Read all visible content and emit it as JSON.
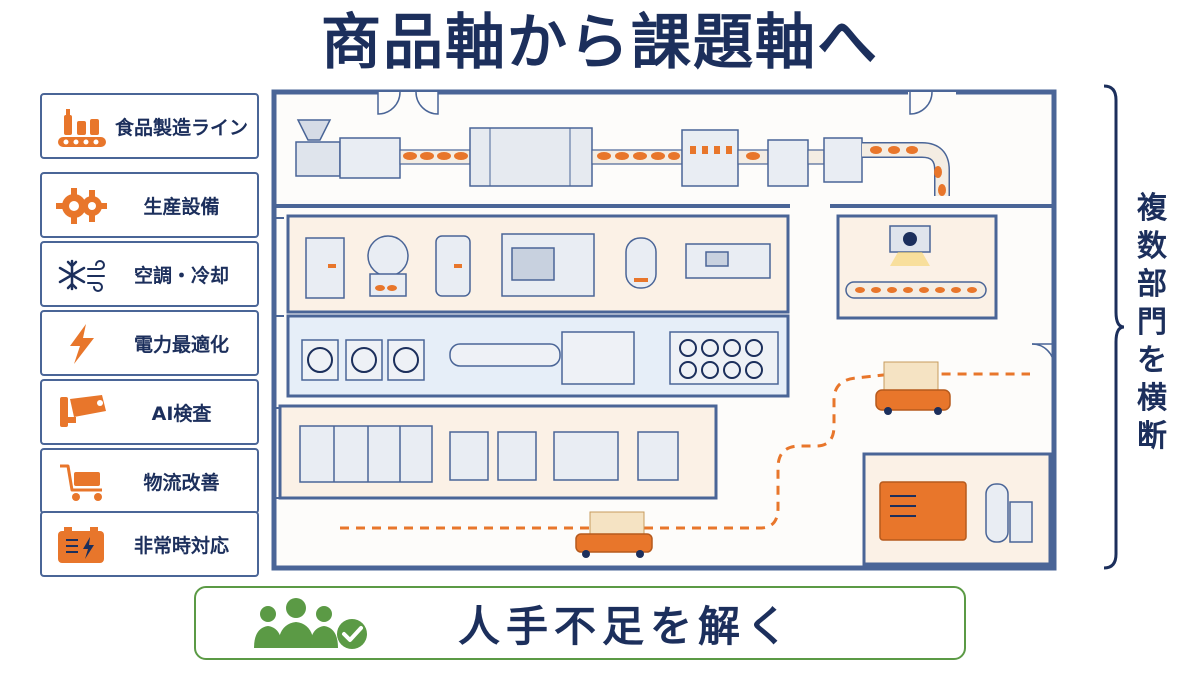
{
  "title": "商品軸から課題軸へ",
  "categories": [
    {
      "label": "食品製造ライン",
      "icon": "food-production-line-icon"
    },
    {
      "label": "生産設備",
      "icon": "gear-icon"
    },
    {
      "label": "空調・冷却",
      "icon": "snowflake-wind-icon"
    },
    {
      "label": "電力最適化",
      "icon": "lightning-icon"
    },
    {
      "label": "AI検査",
      "icon": "security-camera-icon"
    },
    {
      "label": "物流改善",
      "icon": "cart-icon"
    },
    {
      "label": "非常時対応",
      "icon": "generator-battery-icon"
    }
  ],
  "right_label": [
    "複",
    "数",
    "部",
    "門",
    "を",
    "横",
    "断"
  ],
  "banner": {
    "text": "人手不足を解く",
    "icon": "team-check-icon"
  },
  "colors": {
    "navy": "#1c2f5c",
    "orange": "#e8762b",
    "green": "#5b9a45",
    "room_tint": "#fbf1e6",
    "hvac_tint": "#e6eef8",
    "wall": "#4a6597"
  }
}
